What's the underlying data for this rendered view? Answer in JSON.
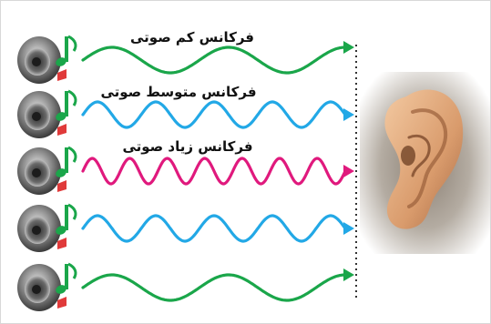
{
  "labels": {
    "low": "فرکانس کم صوتی",
    "medium": "فرکانس متوسط صوتی",
    "high": "فرکانس زیاد صوتی"
  },
  "colors": {
    "low": "#1aa64a",
    "medium": "#22a8e6",
    "high": "#e0197d",
    "speaker_body": "#6d6d6d",
    "note": "#1aa64a",
    "note_alt": "#e03a3a",
    "dotted_line": "#333333"
  },
  "waves": [
    {
      "name": "low-frequency-wave-top",
      "level": "low",
      "cycles": 2.25
    },
    {
      "name": "medium-frequency-wave-1",
      "level": "medium",
      "cycles": 4.5
    },
    {
      "name": "high-frequency-wave",
      "level": "high",
      "cycles": 7
    },
    {
      "name": "medium-frequency-wave-2",
      "level": "medium",
      "cycles": 4.5
    },
    {
      "name": "low-frequency-wave-bottom",
      "level": "low",
      "cycles": 2.25
    }
  ],
  "icons": {
    "speaker": "speaker-icon",
    "note": "music-note-icon",
    "ear": "ear-icon"
  }
}
